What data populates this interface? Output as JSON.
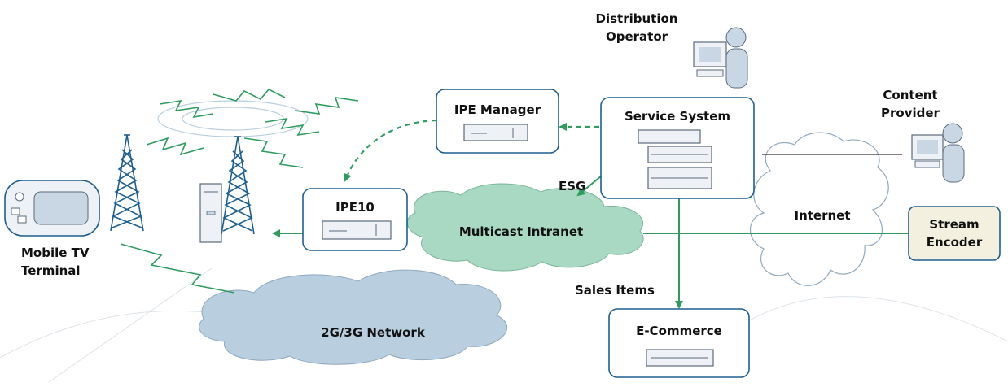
{
  "labels": {
    "distribution_operator": [
      "Distribution",
      "Operator"
    ],
    "content_provider": [
      "Content",
      "Provider"
    ],
    "ipe_manager": "IPE Manager",
    "service_system": "Service System",
    "ipe10": "IPE10",
    "esg": "ESG",
    "multicast_intranet": "Multicast Intranet",
    "internet": "Internet",
    "stream_encoder": [
      "Stream",
      "Encoder"
    ],
    "mobile_tv_terminal": [
      "Mobile TV",
      "Terminal"
    ],
    "sales_items": "Sales Items",
    "network_2g3g": "2G/3G Network",
    "ecommerce": "E-Commerce"
  },
  "colors": {
    "accent_green": "#2f9b5f",
    "box_border": "#1f5f8f",
    "intranet_cloud": "#a9d9c2",
    "network_cloud": "#b9cedf",
    "encoder_fill": "#f3f0df",
    "person_fill": "#c9d6e3"
  }
}
